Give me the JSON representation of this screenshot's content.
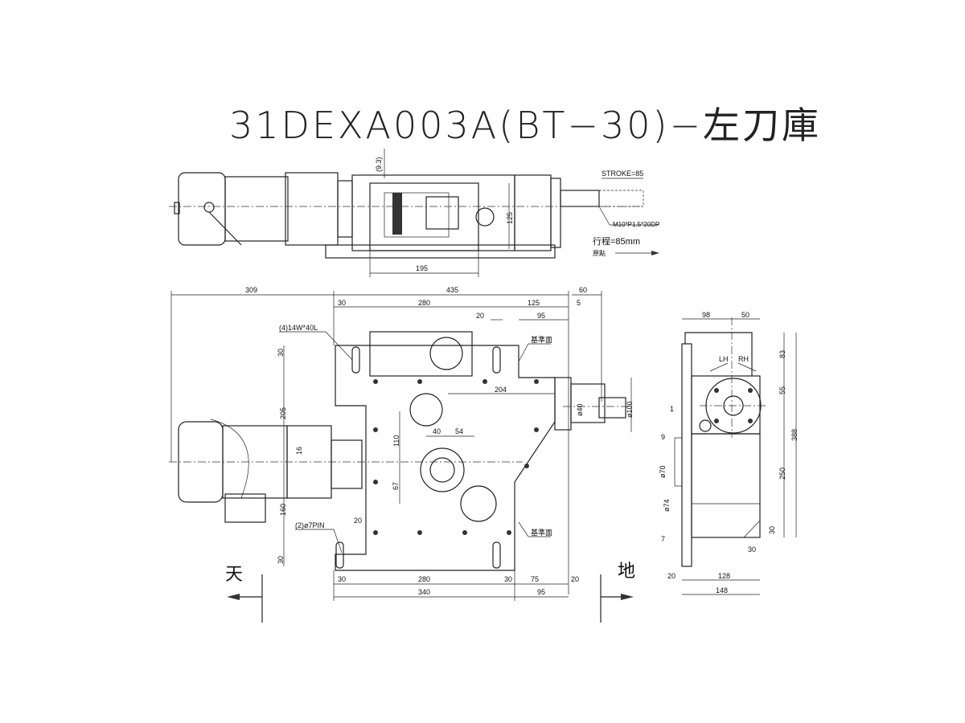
{
  "title": "31DEXA003A(BT−30)−左刀庫",
  "top_view": {
    "dims": {
      "offset": "(9.3)",
      "height": "125",
      "width": "195",
      "stroke": "STROKE=85"
    },
    "thread_note": "M10*P1.5*20DP",
    "travel_note": "行程=85mm",
    "origin_note": "原點"
  },
  "front_view": {
    "dims": {
      "overall_left": "309",
      "overall_body": "435",
      "shaft_len": "60",
      "top_30": "30",
      "top_280": "280",
      "top_125": "125",
      "top_5": "5",
      "top_20": "20",
      "top_95": "95",
      "left_30_top": "30",
      "left_205": "205",
      "left_160": "160",
      "left_30_bottom": "30",
      "d204": "204",
      "d40": "40",
      "d54": "54",
      "d110": "110",
      "d67": "67",
      "d16": "16",
      "phi40": "ø40",
      "phi100": "ø100",
      "pin_20": "20",
      "bot_30a": "30",
      "bot_280": "280",
      "bot_30b": "30",
      "bot_75": "75",
      "bot_20": "20",
      "bot_340": "340",
      "bot_95": "95"
    },
    "slot_note": "(4)14W*40L",
    "pin_note": "(2)ø7PIN",
    "datum_top": "基準面",
    "datum_bottom": "基準面",
    "heaven": "天",
    "earth": "地"
  },
  "side_view": {
    "dims": {
      "d98": "98",
      "d50": "50",
      "d83": "83",
      "d55": "55",
      "d388": "388",
      "d250": "250",
      "d1": "1",
      "d9": "9",
      "phi70": "ø70",
      "phi74": "ø74",
      "d7": "7",
      "d30v": "30",
      "d30h": "30",
      "d20": "20",
      "d128": "128",
      "d148": "148"
    },
    "lh": "LH",
    "rh": "RH"
  }
}
